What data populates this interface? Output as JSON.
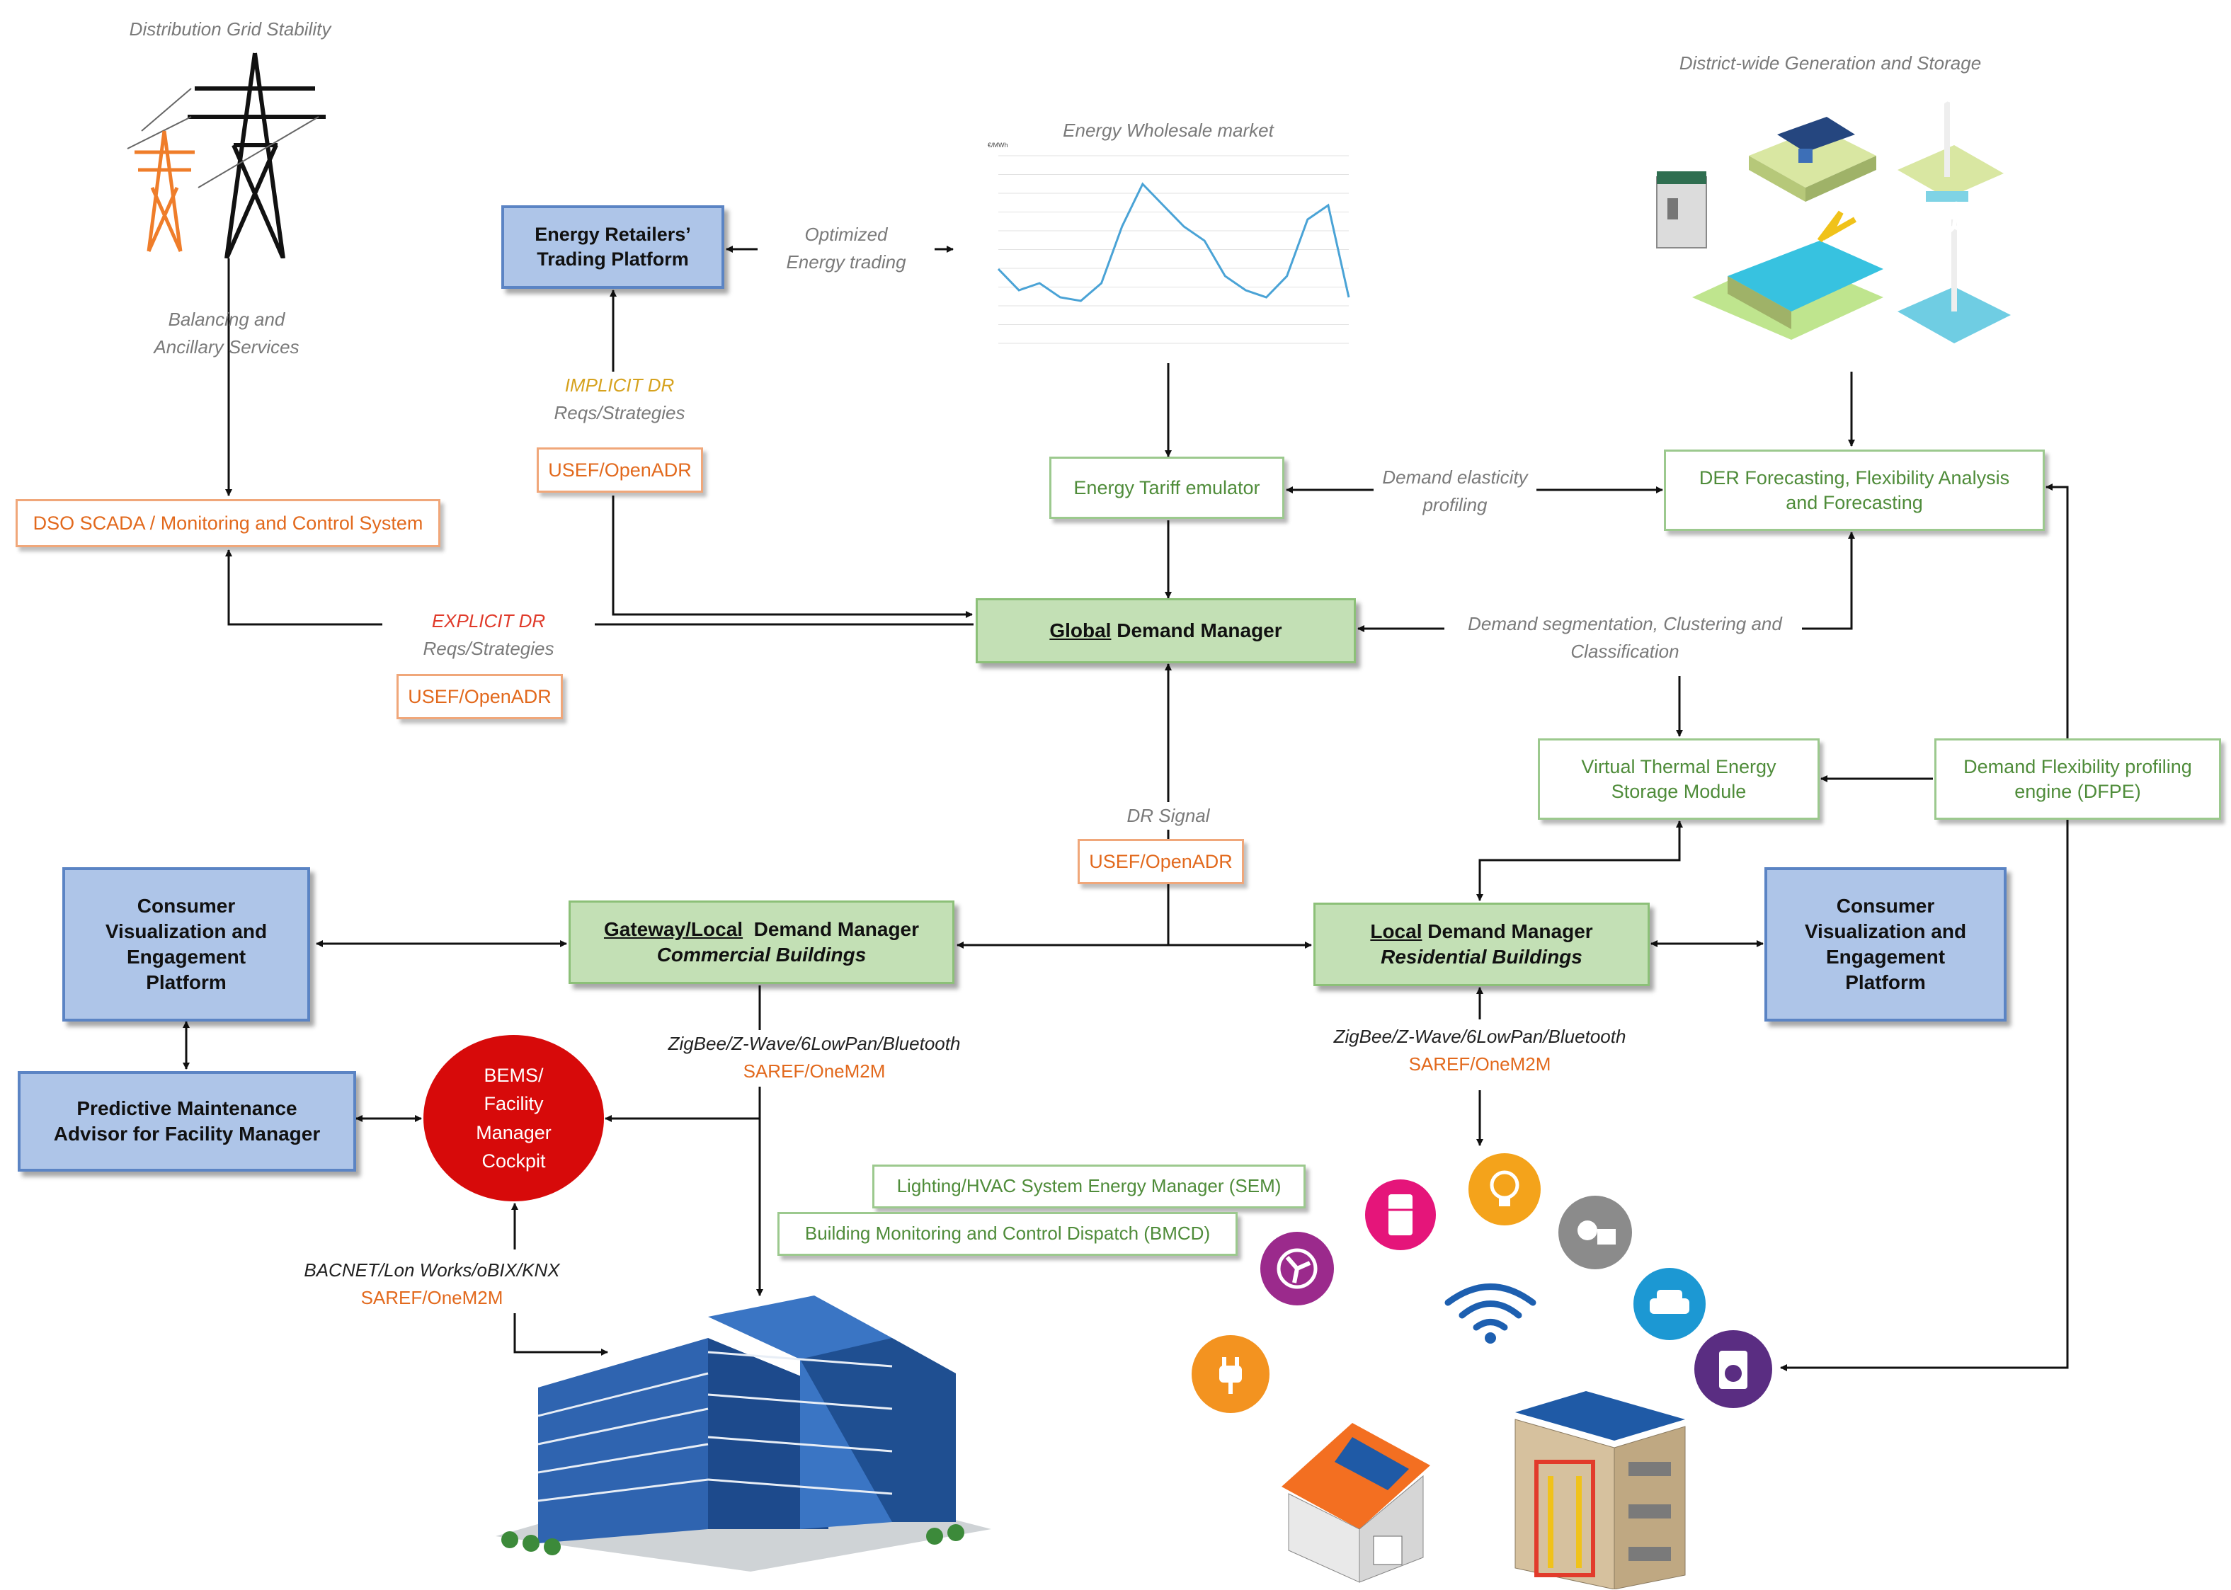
{
  "labels": {
    "grid_stability": "Distribution Grid Stability",
    "balancing": "Balancing and",
    "ancillary": "Ancillary Services",
    "wholesale_market": "Energy Wholesale market",
    "optimized": "Optimized",
    "energy_trading": "Energy trading",
    "district": "District-wide Generation and Storage",
    "implicit_dr": "IMPLICIT DR",
    "implicit_reqs": "Reqs/Strategies",
    "explicit_dr": "EXPLICIT DR",
    "explicit_reqs": "Reqs/Strategies",
    "demand_elasticity": "Demand elasticity",
    "profiling": "profiling",
    "demand_segmentation": "Demand segmentation, Clustering and",
    "classification": "Classification",
    "dr_signal": "DR Signal",
    "protocols_commercial": "ZigBee/Z-Wave/6LowPan/Bluetooth",
    "saref_commercial": "SAREF/OneM2M",
    "protocols_residential": "ZigBee/Z-Wave/6LowPan/Bluetooth",
    "saref_residential": "SAREF/OneM2M",
    "bacnet": "BACNET/Lon Works/oBIX/KNX",
    "saref_bacnet": "SAREF/OneM2M"
  },
  "boxes": {
    "retailers_line1": "Energy Retailers’",
    "retailers_line2": "Trading Platform",
    "usef_implicit": "USEF/OpenADR",
    "usef_explicit": "USEF/OpenADR",
    "usef_dr": "USEF/OpenADR",
    "dso": "DSO SCADA / Monitoring and Control System",
    "tariff": "Energy Tariff emulator",
    "der_line1": "DER Forecasting, Flexibility Analysis",
    "der_line2": "and Forecasting",
    "global_prefix": "Global",
    "global_suffix": " Demand Manager",
    "vtes_line1": "Virtual Thermal Energy",
    "vtes_line2": "Storage Module",
    "dfpe_line1": "Demand Flexibility profiling",
    "dfpe_line2": "engine (DFPE)",
    "gateway_prefix": "Gateway/Local",
    "gateway_suffix": "  Demand Manager",
    "gateway_sub": "Commercial Buildings",
    "local_prefix": "Local",
    "local_suffix": " Demand Manager",
    "local_sub": "Residential Buildings",
    "consumer_left": [
      "Consumer",
      "Visualization and",
      "Engagement",
      "Platform"
    ],
    "consumer_right": [
      "Consumer",
      "Visualization and",
      "Engagement",
      "Platform"
    ],
    "predictive_line1": "Predictive Maintenance",
    "predictive_line2": "Advisor for Facility Manager",
    "bems": [
      "BEMS/",
      "Facility",
      "Manager",
      "Cockpit"
    ],
    "sem": "Lighting/HVAC System Energy Manager (SEM)",
    "bmcd": "Building Monitoring and Control Dispatch (BMCD)"
  },
  "chart_data": {
    "type": "line",
    "title": "Energy Wholesale market",
    "y_unit": "€/MWh",
    "values": [
      46,
      43,
      44,
      42,
      41.5,
      44,
      52,
      58,
      55,
      52,
      50,
      45,
      43,
      42,
      45,
      53,
      55,
      42
    ]
  },
  "colors": {
    "green_text": "#4f8c3a",
    "green_fill": "#c3e0b5",
    "blue_fill": "#aec5e8",
    "orange_text": "#e2691d",
    "bems_red": "#d70a0a"
  },
  "icons": [
    "power-tower-icon",
    "substation-icon",
    "solar-farm-icon",
    "wind-turbine-icon",
    "hydro-plant-icon",
    "fridge-icon",
    "lightbulb-icon",
    "fan-icon",
    "sun-panel-icon",
    "wifi-icon",
    "car-icon",
    "washer-icon",
    "plug-icon",
    "house-icon",
    "apartment-building-icon",
    "office-building-icon"
  ]
}
